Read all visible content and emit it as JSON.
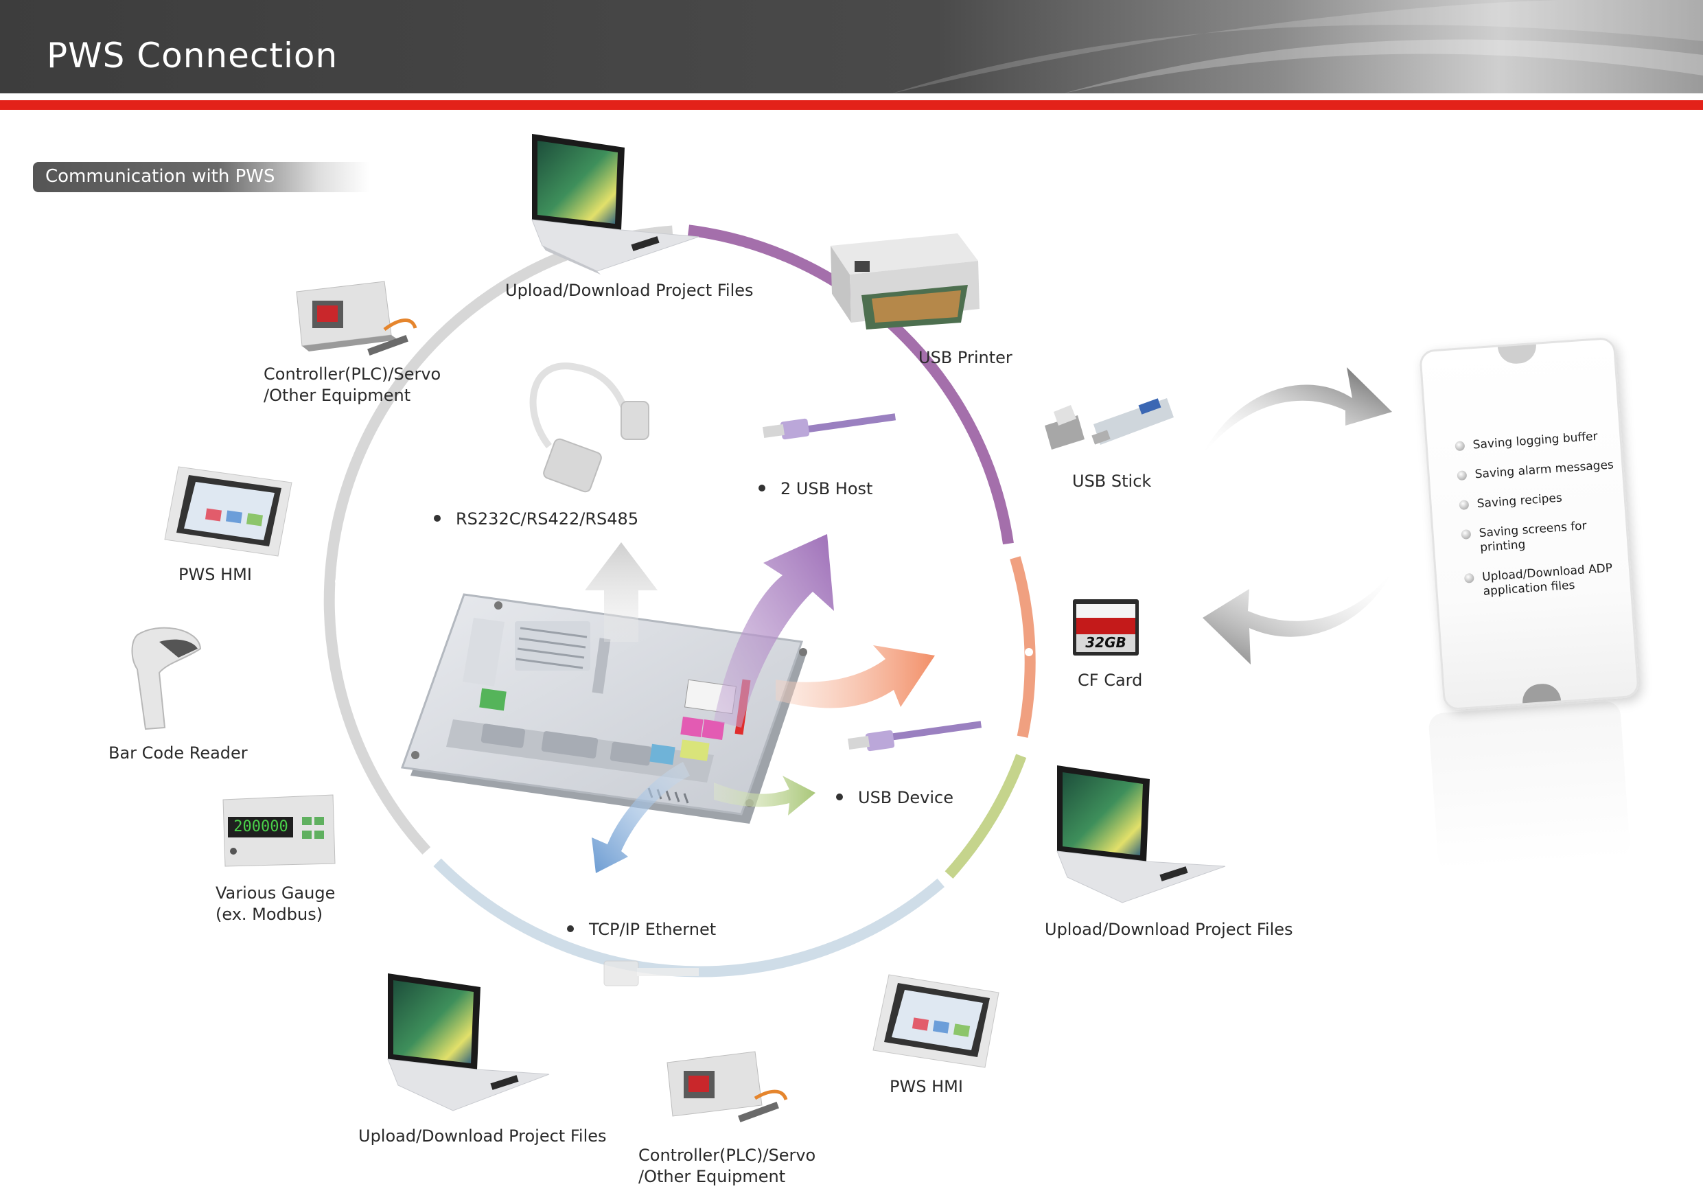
{
  "header": {
    "title": "PWS  Connection"
  },
  "section": {
    "label": "Communication with PWS"
  },
  "center_ports": {
    "serial": "RS232C/RS422/RS485",
    "usb_host": "2 USB Host",
    "usb_device": "USB Device",
    "ethernet": "TCP/IP Ethernet"
  },
  "devices": {
    "pc_top": "Upload/Download Project Files",
    "printer": "USB Printer",
    "usb_stick": "USB Stick",
    "cf_card": "CF Card",
    "pc_right": "Upload/Download Project Files",
    "hmi_bottom": "PWS HMI",
    "controller_bottom_1": "Controller(PLC)/Servo",
    "controller_bottom_2": "/Other Equipment",
    "pc_bottom": "Upload/Download Project Files",
    "gauge_1": "Various Gauge",
    "gauge_2": "(ex. Modbus)",
    "barcode": "Bar Code Reader",
    "hmi_left": "PWS HMI",
    "controller_top_1": "Controller(PLC)/Servo",
    "controller_top_2": "/Other Equipment"
  },
  "phone_panel": {
    "items": [
      "Saving logging buffer",
      "Saving alarm messages",
      "Saving recipes",
      "Saving screens for printing",
      "Upload/Download ADP application files"
    ]
  },
  "gauge_display": "200000",
  "cf_capacity": "32GB",
  "colors": {
    "header_bg": "#444444",
    "header_accent": "#e32219",
    "ring_grey": "#d7d7d7",
    "ring_purple": "#a46fab",
    "ring_orange": "#f0a080",
    "ring_green": "#c5d48c",
    "ring_blue": "#cfdde8",
    "arrow_purple": "#a87cc0",
    "arrow_orange": "#f29a7a",
    "arrow_green": "#b6cf86",
    "arrow_blue": "#7ea7d6"
  }
}
